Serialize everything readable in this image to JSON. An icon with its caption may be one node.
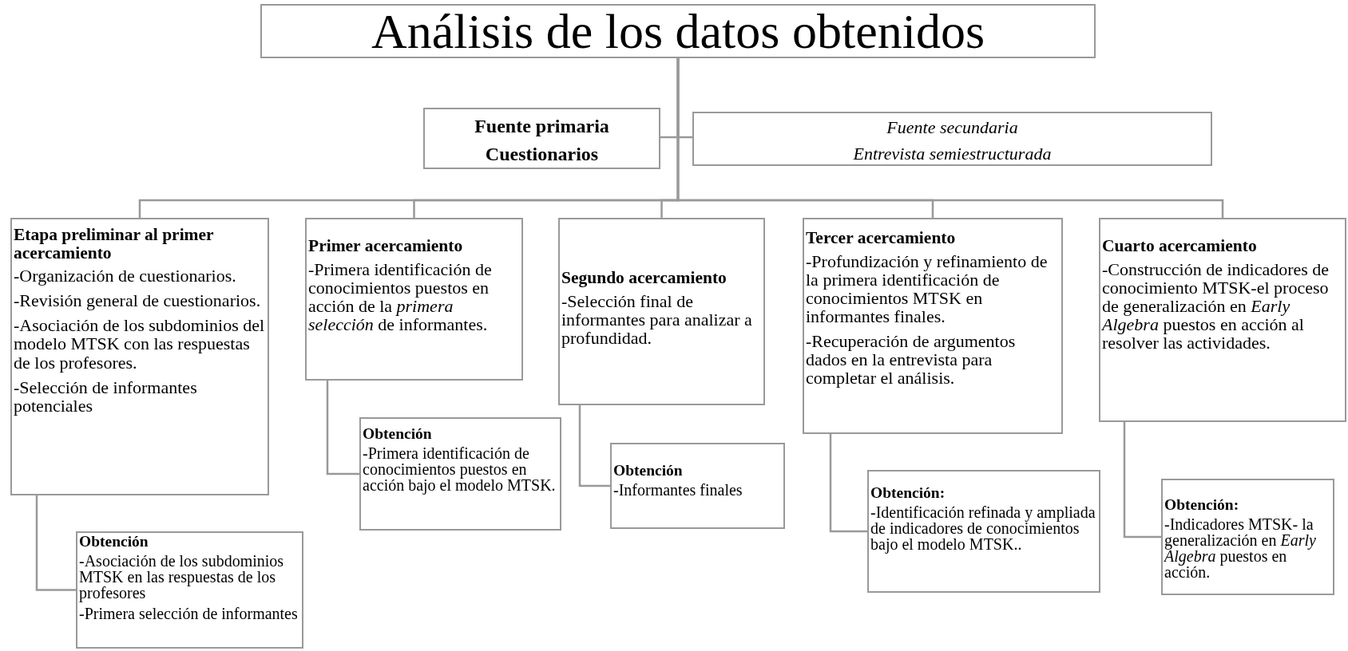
{
  "diagram": {
    "nodes": [
      {
        "text": [
          "Análisis de los datos obtenidos"
        ]
      },
      {
        "text": [
          "Fuente primaria",
          "Cuestionarios"
        ]
      },
      {
        "text": [
          "Fuente secundaria",
          "Entrevista semiestructurada"
        ]
      },
      {
        "text": [
          "Etapa preliminar al primer acercamiento",
          "-Organización de cuestionarios.",
          "-Revisión general de cuestionarios.",
          "-Asociación de los subdominios del modelo MTSK con las respuestas de los profesores.",
          "-Selección de informantes potenciales"
        ]
      },
      {
        "text": [
          "Primer acercamiento",
          "-Primera identificación de conocimientos puestos en acción de la *primera selección* de informantes."
        ]
      },
      {
        "text": [
          "Segundo acercamiento",
          "-Selección final de informantes para analizar a profundidad."
        ]
      },
      {
        "text": [
          "Tercer acercamiento",
          "-Profundización y refinamiento de la primera identificación de conocimientos MTSK en informantes finales.",
          "-Recuperación de argumentos dados en la entrevista para completar el análisis."
        ]
      },
      {
        "text": [
          "Cuarto acercamiento",
          "-Construcción de indicadores de conocimiento MTSK-el proceso de generalización en *Early Algebra* puestos en acción al resolver las actividades."
        ]
      },
      {
        "text": [
          "Obtención",
          "-Asociación de los subdominios MTSK en las respuestas de los profesores",
          "-Primera selección de informantes"
        ]
      },
      {
        "text": [
          "Obtención",
          "-Primera identificación de conocimientos puestos en acción bajo el modelo MTSK."
        ]
      },
      {
        "text": [
          "Obtención",
          "-Informantes finales"
        ]
      },
      {
        "text": [
          "Obtención:",
          "-Identificación refinada y ampliada de  indicadores de conocimientos bajo el modelo MTSK.."
        ]
      },
      {
        "text": [
          "Obtención:",
          "-Indicadores MTSK- la generalización en *Early Algebra* puestos en acción."
        ]
      }
    ],
    "edges": [
      {
        "from": 0,
        "to": 1,
        "arrow": "none"
      },
      {
        "from": 0,
        "to": 2,
        "arrow": "none"
      },
      {
        "from": 0,
        "to": 3,
        "arrow": "none"
      },
      {
        "from": 0,
        "to": 4,
        "arrow": "none"
      },
      {
        "from": 0,
        "to": 5,
        "arrow": "none"
      },
      {
        "from": 0,
        "to": 6,
        "arrow": "none"
      },
      {
        "from": 0,
        "to": 7,
        "arrow": "none"
      },
      {
        "from": 3,
        "to": 8,
        "arrow": "none"
      },
      {
        "from": 4,
        "to": 9,
        "arrow": "none"
      },
      {
        "from": 5,
        "to": 10,
        "arrow": "none"
      },
      {
        "from": 6,
        "to": 11,
        "arrow": "none"
      },
      {
        "from": 7,
        "to": 12,
        "arrow": "none"
      }
    ]
  }
}
